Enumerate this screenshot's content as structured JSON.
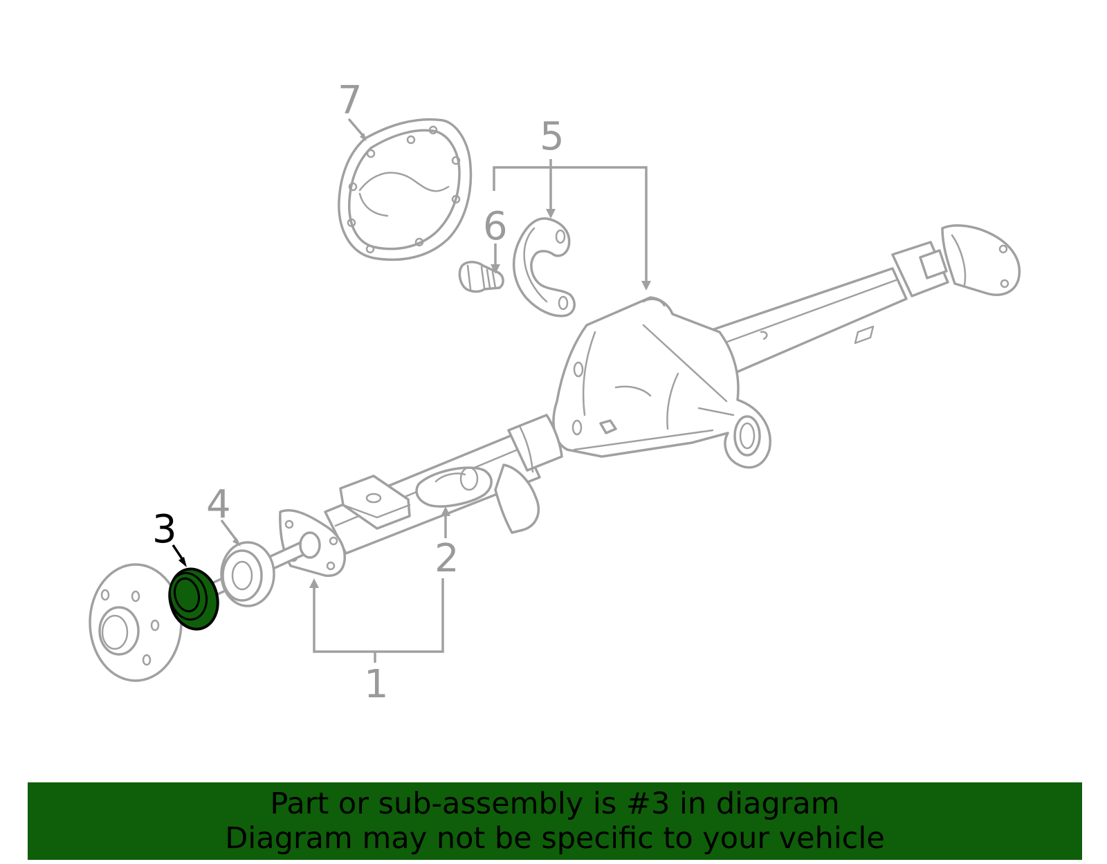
{
  "colors": {
    "highlight": "#0f5e0a",
    "line": "#a0a0a0",
    "callout": "#9a9a9a",
    "active_callout": "#000000",
    "banner_bg": "#0f5e0a",
    "banner_text": "#000000"
  },
  "callouts": [
    {
      "id": "1",
      "label": "1",
      "active": false
    },
    {
      "id": "2",
      "label": "2",
      "active": false
    },
    {
      "id": "3",
      "label": "3",
      "active": true
    },
    {
      "id": "4",
      "label": "4",
      "active": false
    },
    {
      "id": "5",
      "label": "5",
      "active": false
    },
    {
      "id": "6",
      "label": "6",
      "active": false
    },
    {
      "id": "7",
      "label": "7",
      "active": false
    }
  ],
  "banner": {
    "line1": "Part or sub-assembly is #3 in diagram",
    "line2": "Diagram may not be specific to your vehicle"
  }
}
